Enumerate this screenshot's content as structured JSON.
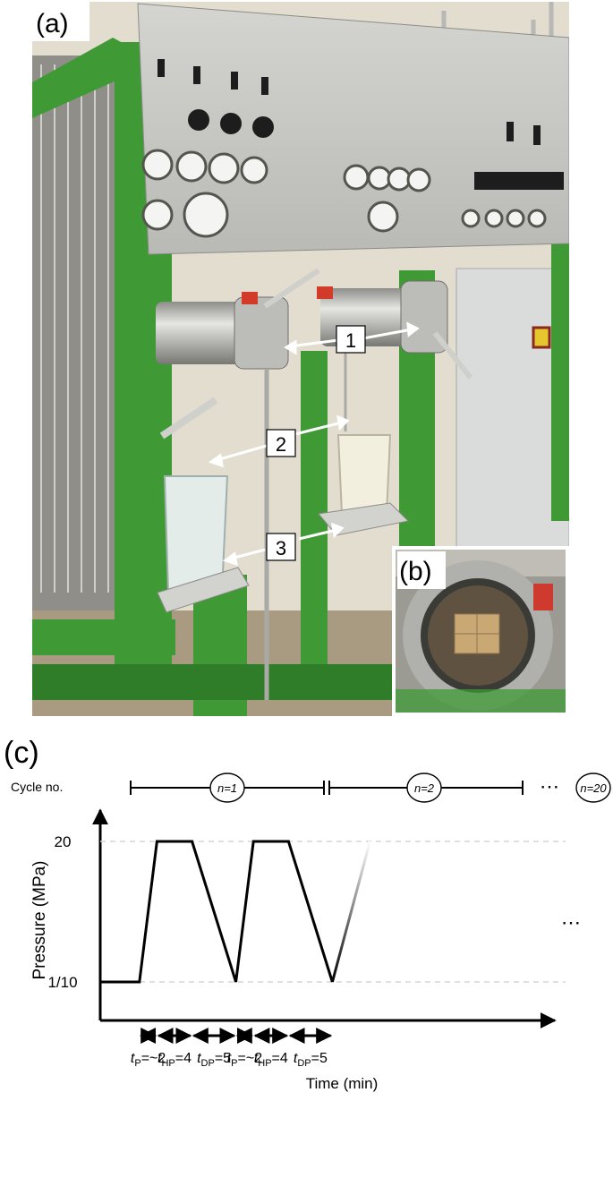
{
  "panels": {
    "a": {
      "label": "(a)"
    },
    "b": {
      "label": "(b)"
    },
    "c": {
      "label": "(c)"
    }
  },
  "photo_callouts": [
    "1",
    "2",
    "3"
  ],
  "colors": {
    "frame_green": "#3f9a35",
    "panel_steel": "#c9c9c6",
    "wall": "#e6e1d6",
    "cabinet": "#dadcdc",
    "line": "#000000",
    "guide_dash": "#d6d6d6"
  },
  "cycle_row": {
    "label": "Cycle no.",
    "cycles": [
      "n=1",
      "n=2",
      "n=20"
    ],
    "ellipsis": "⋯"
  },
  "chart_data": {
    "type": "line",
    "ylabel": "Pressure (MPa)",
    "xlabel": "Time (min)",
    "y_ticks": [
      "20",
      "1/10"
    ],
    "ellipsis": "⋯",
    "x": [
      0,
      1,
      3,
      7,
      12,
      14,
      18,
      23
    ],
    "y": [
      0.1,
      0.1,
      20,
      20,
      0.1,
      20,
      20,
      0.1
    ],
    "phases": [
      {
        "sym": "t",
        "sub": "P",
        "val": "=~2"
      },
      {
        "sym": "t",
        "sub": "HP",
        "val": "=4"
      },
      {
        "sym": "t",
        "sub": "DP",
        "val": "=5"
      },
      {
        "sym": "t",
        "sub": "P",
        "val": "=~2"
      },
      {
        "sym": "t",
        "sub": "HP",
        "val": "=4"
      },
      {
        "sym": "t",
        "sub": "DP",
        "val": "=5"
      }
    ]
  }
}
